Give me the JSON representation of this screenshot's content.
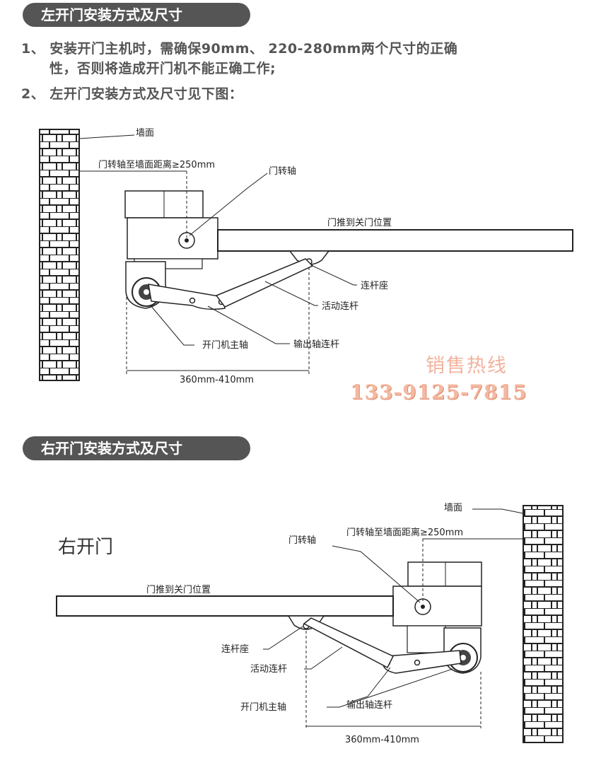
{
  "left_section": {
    "header": "左开门安装方式及尺寸",
    "note1_line1": "1、 安装开门主机时，需确保90mm、 220-280mm两个尺寸的正确",
    "note1_line2": "性，否则将造成开门机不能正确工作;",
    "note2": "2、 左开门安装方式及尺寸见下图：",
    "labels": {
      "wall": "墙面",
      "axis_distance": "门转轴至墙面距离≥250mm",
      "door_axis": "门转轴",
      "door_closed": "门推到关门位置",
      "link_seat": "连杆座",
      "active_link": "活动连杆",
      "main_shaft": "开门机主轴",
      "output_link": "输出轴连杆",
      "dimension": "360mm-410mm"
    }
  },
  "hotline": {
    "title": "销售热线",
    "phone": "133-9125-7815"
  },
  "right_section": {
    "header": "右开门安装方式及尺寸",
    "big_label": "右开门",
    "labels": {
      "wall": "墙面",
      "axis_distance": "门转轴至墙面距离≥250mm",
      "door_axis": "门转轴",
      "door_closed": "门推到关门位置",
      "link_seat": "连杆座",
      "active_link": "活动连杆",
      "main_shaft": "开门机主轴",
      "output_link": "输出轴连杆",
      "dimension": "360mm-410mm"
    }
  },
  "colors": {
    "header_bg": "#555555",
    "hotline": "#f2b29c",
    "line": "#222222"
  }
}
